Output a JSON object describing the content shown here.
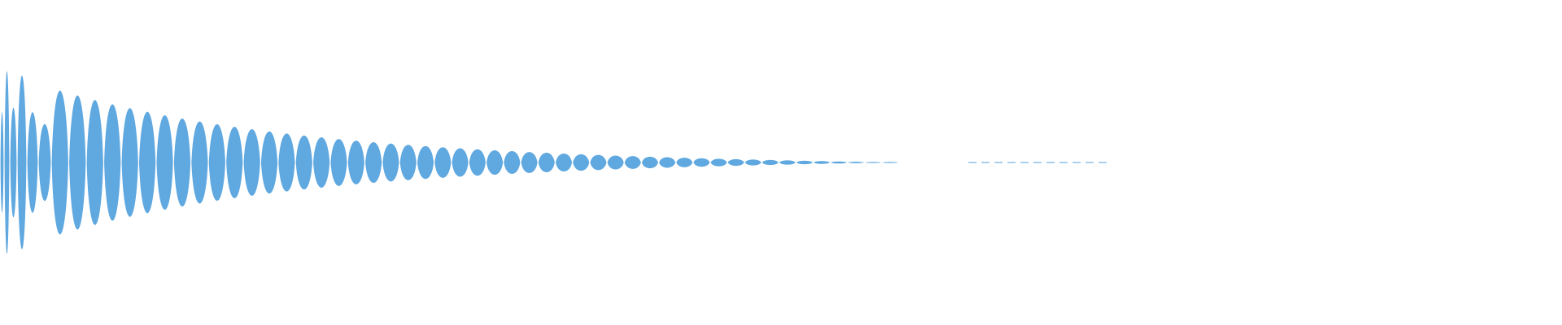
{
  "waveform": {
    "color": "#5FA8E0",
    "background": "#FFFFFF",
    "duration_fraction": 0.575,
    "envelope": {
      "peak": 1.0,
      "decay": "exponential"
    }
  }
}
